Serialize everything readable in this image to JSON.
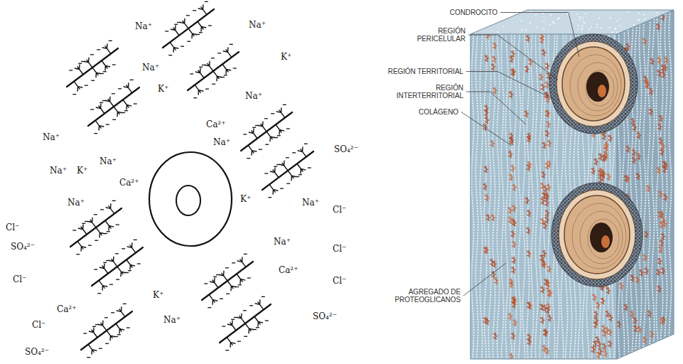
{
  "diagram": {
    "labels": [
      "Na⁺",
      "Na⁺",
      "K⁺",
      "Na⁺",
      "K⁺",
      "Na⁺",
      "Ca²⁺",
      "Na⁺",
      "Na⁺",
      "SO₄²⁻",
      "Na⁺",
      "Na⁺",
      "K⁺",
      "Ca²⁺",
      "K⁺",
      "Na⁺",
      "Na⁺",
      "Cl⁻",
      "Cl⁻",
      "SO₄²⁻",
      "Na⁺",
      "Cl⁻",
      "Ca²⁺",
      "Cl⁻",
      "Cl⁻",
      "K⁺",
      "Ca²⁺",
      "SO₄²⁻",
      "Na⁺",
      "Cl⁻",
      "SO₄²⁻",
      "CONDROCITO",
      "REGIÓN PERICELULAR",
      "REGIÓN TERRITORIAL",
      "REGIÓN INTERTERRITORIAL",
      "COLÁGENO",
      "AGREGADO DE PROTEOGLICANOS"
    ]
  }
}
